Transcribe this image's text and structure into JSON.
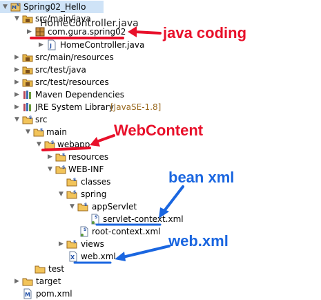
{
  "tree": {
    "root": "Spring02_Hello",
    "src_main_java": "src/main/java",
    "package": "com.gura.spring02",
    "home_controller": "HomeController.java",
    "src_main_resources": "src/main/resources",
    "src_test_java": "src/test/java",
    "src_test_resources": "src/test/resources",
    "maven_deps": "Maven Dependencies",
    "jre": "JRE System Library",
    "jre_version": "[JavaSE-1.8]",
    "src": "src",
    "main": "main",
    "webapp": "webapp",
    "resources": "resources",
    "web_inf": "WEB-INF",
    "classes": "classes",
    "spring": "spring",
    "app_servlet": "appServlet",
    "servlet_context": "servlet-context.xml",
    "root_context": "root-context.xml",
    "views": "views",
    "web_xml": "web.xml",
    "test": "test",
    "target": "target",
    "pom": "pom.xml"
  },
  "overlay": {
    "home_controller_ghost": "HomeController.java"
  },
  "annotations": {
    "java_coding": "java coding",
    "webcontent": "WebContent",
    "bean_xml": "bean xml",
    "web_xml": "web.xml"
  },
  "colors": {
    "red_annotation": "#e8102a",
    "blue_annotation": "#1a66e0",
    "selection": "#cfe3f7"
  }
}
